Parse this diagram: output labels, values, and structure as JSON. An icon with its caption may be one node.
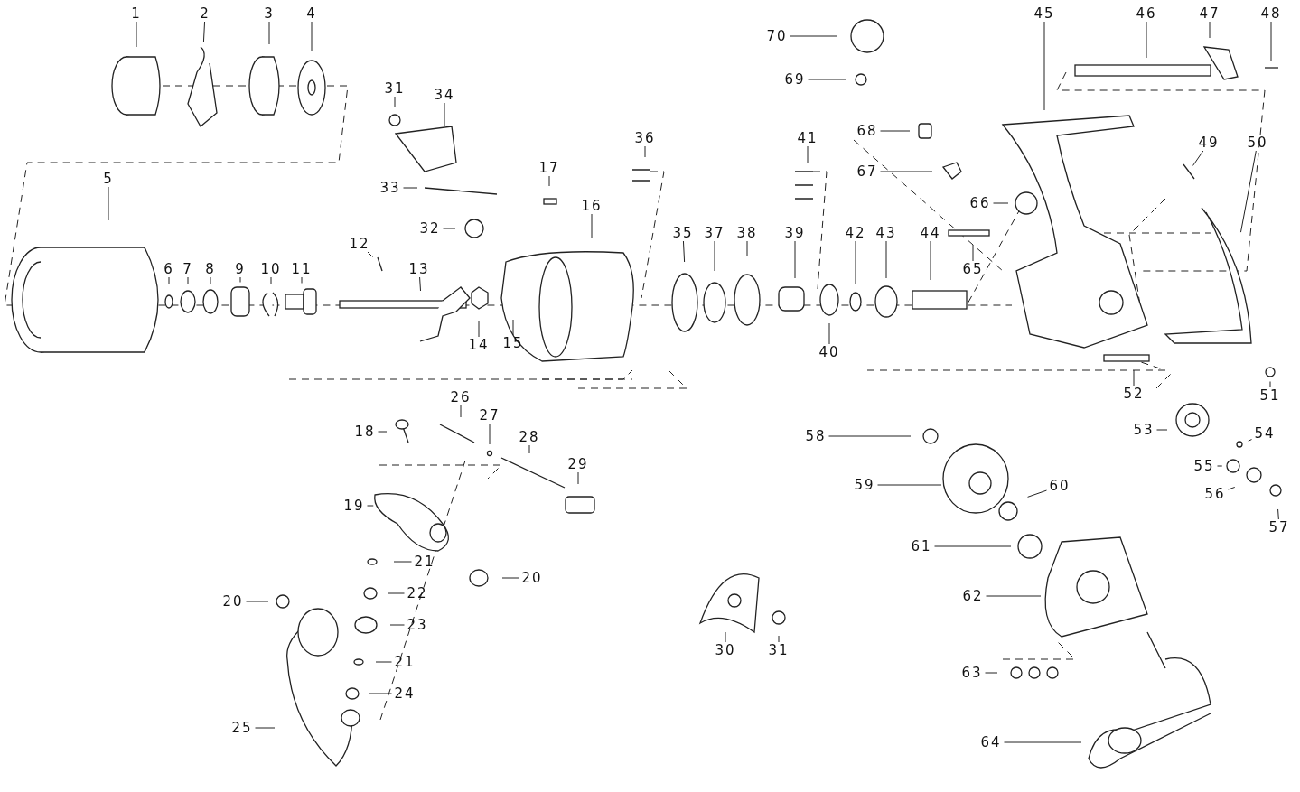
{
  "diagram": {
    "nodes": [
      {
        "text": [
          "1"
        ]
      },
      {
        "text": [
          "2"
        ]
      },
      {
        "text": [
          "3"
        ]
      },
      {
        "text": [
          "4"
        ]
      },
      {
        "text": [
          "5"
        ]
      },
      {
        "text": [
          "6"
        ]
      },
      {
        "text": [
          "7"
        ]
      },
      {
        "text": [
          "8"
        ]
      },
      {
        "text": [
          "9"
        ]
      },
      {
        "text": [
          "10"
        ]
      },
      {
        "text": [
          "11"
        ]
      },
      {
        "text": [
          "12"
        ]
      },
      {
        "text": [
          "13"
        ]
      },
      {
        "text": [
          "14"
        ]
      },
      {
        "text": [
          "15"
        ]
      },
      {
        "text": [
          "16"
        ]
      },
      {
        "text": [
          "17"
        ]
      },
      {
        "text": [
          "18"
        ]
      },
      {
        "text": [
          "19"
        ]
      },
      {
        "text": [
          "20"
        ]
      },
      {
        "text": [
          "20"
        ]
      },
      {
        "text": [
          "21"
        ]
      },
      {
        "text": [
          "21"
        ]
      },
      {
        "text": [
          "22"
        ]
      },
      {
        "text": [
          "23"
        ]
      },
      {
        "text": [
          "24"
        ]
      },
      {
        "text": [
          "25"
        ]
      },
      {
        "text": [
          "26"
        ]
      },
      {
        "text": [
          "27"
        ]
      },
      {
        "text": [
          "28"
        ]
      },
      {
        "text": [
          "29"
        ]
      },
      {
        "text": [
          "30"
        ]
      },
      {
        "text": [
          "31"
        ]
      },
      {
        "text": [
          "31"
        ]
      },
      {
        "text": [
          "32"
        ]
      },
      {
        "text": [
          "33"
        ]
      },
      {
        "text": [
          "34"
        ]
      },
      {
        "text": [
          "35"
        ]
      },
      {
        "text": [
          "36"
        ]
      },
      {
        "text": [
          "37"
        ]
      },
      {
        "text": [
          "38"
        ]
      },
      {
        "text": [
          "39"
        ]
      },
      {
        "text": [
          "40"
        ]
      },
      {
        "text": [
          "41"
        ]
      },
      {
        "text": [
          "42"
        ]
      },
      {
        "text": [
          "43"
        ]
      },
      {
        "text": [
          "44"
        ]
      },
      {
        "text": [
          "45"
        ]
      },
      {
        "text": [
          "46"
        ]
      },
      {
        "text": [
          "47"
        ]
      },
      {
        "text": [
          "48"
        ]
      },
      {
        "text": [
          "49"
        ]
      },
      {
        "text": [
          "50"
        ]
      },
      {
        "text": [
          "51"
        ]
      },
      {
        "text": [
          "52"
        ]
      },
      {
        "text": [
          "53"
        ]
      },
      {
        "text": [
          "54"
        ]
      },
      {
        "text": [
          "55"
        ]
      },
      {
        "text": [
          "56"
        ]
      },
      {
        "text": [
          "57"
        ]
      },
      {
        "text": [
          "58"
        ]
      },
      {
        "text": [
          "59"
        ]
      },
      {
        "text": [
          "60"
        ]
      },
      {
        "text": [
          "61"
        ]
      },
      {
        "text": [
          "62"
        ]
      },
      {
        "text": [
          "63"
        ]
      },
      {
        "text": [
          "64"
        ]
      },
      {
        "text": [
          "65"
        ]
      },
      {
        "text": [
          "66"
        ]
      },
      {
        "text": [
          "67"
        ]
      },
      {
        "text": [
          "68"
        ]
      },
      {
        "text": [
          "69"
        ]
      },
      {
        "text": [
          "70"
        ]
      }
    ],
    "edges": [
      {
        "from": 0,
        "to": null,
        "arrow": "none"
      },
      {
        "from": 1,
        "to": null,
        "arrow": "none"
      },
      {
        "from": 2,
        "to": null,
        "arrow": "none"
      },
      {
        "from": 3,
        "to": null,
        "arrow": "none"
      },
      {
        "from": 4,
        "to": null,
        "arrow": "none"
      },
      {
        "from": 5,
        "to": null,
        "arrow": "none"
      },
      {
        "from": 6,
        "to": null,
        "arrow": "none"
      },
      {
        "from": 7,
        "to": null,
        "arrow": "none"
      },
      {
        "from": 8,
        "to": null,
        "arrow": "none"
      },
      {
        "from": 9,
        "to": null,
        "arrow": "none"
      },
      {
        "from": 10,
        "to": null,
        "arrow": "none"
      },
      {
        "from": 11,
        "to": null,
        "arrow": "none"
      },
      {
        "from": 12,
        "to": null,
        "arrow": "none"
      },
      {
        "from": 13,
        "to": null,
        "arrow": "none"
      },
      {
        "from": 14,
        "to": null,
        "arrow": "none"
      },
      {
        "from": 15,
        "to": null,
        "arrow": "none"
      },
      {
        "from": 16,
        "to": null,
        "arrow": "none"
      },
      {
        "from": 17,
        "to": null,
        "arrow": "none"
      },
      {
        "from": 18,
        "to": null,
        "arrow": "none"
      },
      {
        "from": 19,
        "to": null,
        "arrow": "none"
      },
      {
        "from": 20,
        "to": null,
        "arrow": "none"
      },
      {
        "from": 21,
        "to": null,
        "arrow": "none"
      },
      {
        "from": 22,
        "to": null,
        "arrow": "none"
      },
      {
        "from": 23,
        "to": null,
        "arrow": "none"
      },
      {
        "from": 24,
        "to": null,
        "arrow": "none"
      },
      {
        "from": 25,
        "to": null,
        "arrow": "none"
      },
      {
        "from": 26,
        "to": null,
        "arrow": "none"
      },
      {
        "from": 27,
        "to": null,
        "arrow": "none"
      },
      {
        "from": 28,
        "to": null,
        "arrow": "none"
      },
      {
        "from": 29,
        "to": null,
        "arrow": "none"
      },
      {
        "from": 30,
        "to": null,
        "arrow": "none"
      },
      {
        "from": 31,
        "to": null,
        "arrow": "none"
      },
      {
        "from": 32,
        "to": null,
        "arrow": "none"
      },
      {
        "from": 33,
        "to": null,
        "arrow": "none"
      },
      {
        "from": 34,
        "to": null,
        "arrow": "none"
      },
      {
        "from": 35,
        "to": null,
        "arrow": "none"
      },
      {
        "from": 36,
        "to": null,
        "arrow": "none"
      },
      {
        "from": 37,
        "to": null,
        "arrow": "none"
      },
      {
        "from": 38,
        "to": null,
        "arrow": "none"
      },
      {
        "from": 39,
        "to": null,
        "arrow": "none"
      },
      {
        "from": 40,
        "to": null,
        "arrow": "none"
      },
      {
        "from": 41,
        "to": null,
        "arrow": "none"
      },
      {
        "from": 42,
        "to": null,
        "arrow": "none"
      },
      {
        "from": 43,
        "to": null,
        "arrow": "none"
      },
      {
        "from": 44,
        "to": null,
        "arrow": "none"
      },
      {
        "from": 45,
        "to": null,
        "arrow": "none"
      },
      {
        "from": 46,
        "to": null,
        "arrow": "none"
      },
      {
        "from": 47,
        "to": null,
        "arrow": "none"
      },
      {
        "from": 48,
        "to": null,
        "arrow": "none"
      },
      {
        "from": 49,
        "to": null,
        "arrow": "none"
      },
      {
        "from": 50,
        "to": null,
        "arrow": "none"
      },
      {
        "from": 51,
        "to": null,
        "arrow": "none"
      },
      {
        "from": 52,
        "to": null,
        "arrow": "none"
      },
      {
        "from": 53,
        "to": null,
        "arrow": "none"
      },
      {
        "from": 54,
        "to": null,
        "arrow": "none"
      },
      {
        "from": 55,
        "to": null,
        "arrow": "none"
      },
      {
        "from": 56,
        "to": null,
        "arrow": "none"
      },
      {
        "from": 57,
        "to": null,
        "arrow": "none"
      },
      {
        "from": 58,
        "to": null,
        "arrow": "none"
      },
      {
        "from": 59,
        "to": null,
        "arrow": "none"
      },
      {
        "from": 60,
        "to": null,
        "arrow": "none"
      },
      {
        "from": 61,
        "to": null,
        "arrow": "none"
      },
      {
        "from": 62,
        "to": null,
        "arrow": "none"
      },
      {
        "from": 63,
        "to": null,
        "arrow": "none"
      },
      {
        "from": 64,
        "to": null,
        "arrow": "none"
      },
      {
        "from": 65,
        "to": null,
        "arrow": "none"
      },
      {
        "from": 66,
        "to": null,
        "arrow": "none"
      },
      {
        "from": 67,
        "to": null,
        "arrow": "none"
      },
      {
        "from": 68,
        "to": null,
        "arrow": "none"
      },
      {
        "from": 69,
        "to": null,
        "arrow": "none"
      },
      {
        "from": 70,
        "to": null,
        "arrow": "none"
      },
      {
        "from": 71,
        "to": null,
        "arrow": "none"
      },
      {
        "from": 72,
        "to": null,
        "arrow": "none"
      }
    ]
  }
}
